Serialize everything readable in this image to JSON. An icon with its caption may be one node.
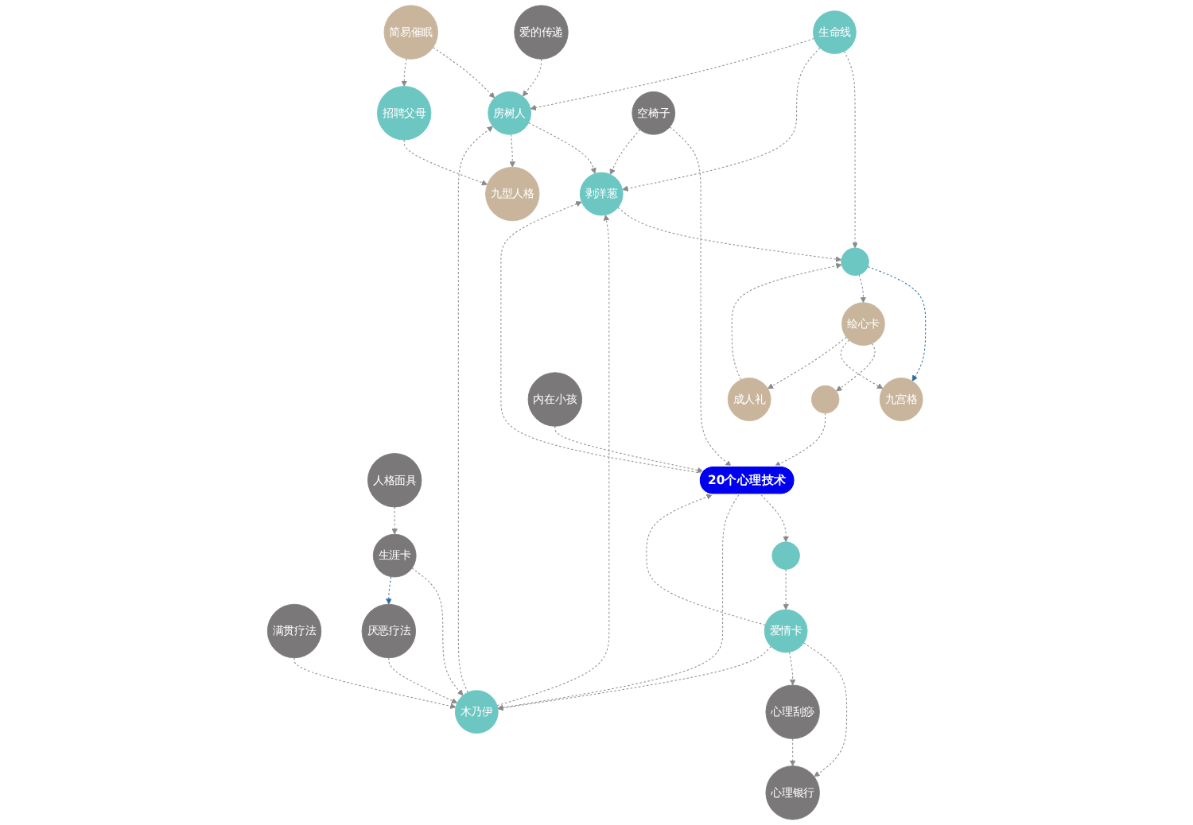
{
  "diagram": {
    "nodes": [
      {
        "text": [],
        "shape": "circle"
      },
      {
        "text": [],
        "shape": "circle"
      },
      {
        "text": [
          "内在小孩"
        ]
      },
      {
        "text": [
          "心理银行"
        ]
      },
      {
        "text": [
          "九宫格"
        ]
      },
      {
        "text": [
          "空椅子"
        ]
      },
      {
        "text": [
          "爱情卡"
        ]
      },
      {
        "text": [
          "心理刮痧"
        ]
      },
      {
        "text": [
          "绘心卡"
        ]
      },
      {
        "text": [
          "20个心理技术"
        ]
      },
      {
        "text": [],
        "shape": "circle"
      },
      {
        "text": [
          "生涯卡"
        ]
      },
      {
        "text": [
          "人格面具"
        ]
      },
      {
        "text": [
          "剥洋葱"
        ]
      },
      {
        "text": [
          "木乃伊"
        ]
      },
      {
        "text": [
          "厌恶疗法"
        ]
      },
      {
        "text": [
          "生命线"
        ]
      },
      {
        "text": [
          "成人礼"
        ]
      },
      {
        "text": [
          "房树人"
        ]
      },
      {
        "text": [
          "满贯疗法"
        ]
      },
      {
        "text": [
          "爱的传递"
        ]
      },
      {
        "text": [
          "九型人格"
        ]
      },
      {
        "text": [
          "简易催眠"
        ]
      },
      {
        "text": [
          "招聘父母"
        ]
      }
    ],
    "edges": [
      {
        "from": 0,
        "to": 9,
        "arrow": "to"
      },
      {
        "from": 8,
        "to": 0,
        "arrow": "to"
      },
      {
        "from": 8,
        "to": 4,
        "arrow": "to"
      },
      {
        "from": 10,
        "to": 4,
        "arrow": "to",
        "color": "#2e6da4"
      },
      {
        "from": 10,
        "to": 8,
        "arrow": "to"
      },
      {
        "from": 8,
        "to": 17,
        "arrow": "to"
      },
      {
        "from": 17,
        "to": 10,
        "arrow": "to"
      },
      {
        "from": 16,
        "to": 10,
        "arrow": "to"
      },
      {
        "from": 13,
        "to": 10,
        "arrow": "to"
      },
      {
        "from": 5,
        "to": 9,
        "arrow": "to"
      },
      {
        "from": 5,
        "to": 13,
        "arrow": "to"
      },
      {
        "from": 2,
        "to": 9,
        "arrow": "to"
      },
      {
        "from": 9,
        "to": 1,
        "arrow": "to"
      },
      {
        "from": 1,
        "to": 6,
        "arrow": "to"
      },
      {
        "from": 6,
        "to": 3,
        "arrow": "to"
      },
      {
        "from": 6,
        "to": 7,
        "arrow": "to"
      },
      {
        "from": 7,
        "to": 3,
        "arrow": "to"
      },
      {
        "from": 6,
        "to": 9,
        "arrow": "to"
      },
      {
        "from": 6,
        "to": 14,
        "arrow": "to"
      },
      {
        "from": 9,
        "to": 14,
        "arrow": "to"
      },
      {
        "from": 9,
        "to": 13,
        "arrow": "to"
      },
      {
        "from": 11,
        "to": 14,
        "arrow": "to"
      },
      {
        "from": 12,
        "to": 11,
        "arrow": "to"
      },
      {
        "from": 11,
        "to": 15,
        "arrow": "to",
        "color": "#2e6da4"
      },
      {
        "from": 15,
        "to": 14,
        "arrow": "to"
      },
      {
        "from": 19,
        "to": 14,
        "arrow": "to"
      },
      {
        "from": 14,
        "to": 13,
        "arrow": "to"
      },
      {
        "from": 14,
        "to": 18,
        "arrow": "to"
      },
      {
        "from": 16,
        "to": 13,
        "arrow": "to"
      },
      {
        "from": 16,
        "to": 18,
        "arrow": "to"
      },
      {
        "from": 18,
        "to": 13,
        "arrow": "to"
      },
      {
        "from": 18,
        "to": 21,
        "arrow": "to"
      },
      {
        "from": 20,
        "to": 18,
        "arrow": "to"
      },
      {
        "from": 22,
        "to": 18,
        "arrow": "to"
      },
      {
        "from": 22,
        "to": 23,
        "arrow": "to"
      },
      {
        "from": 23,
        "to": 21,
        "arrow": "to"
      }
    ]
  }
}
